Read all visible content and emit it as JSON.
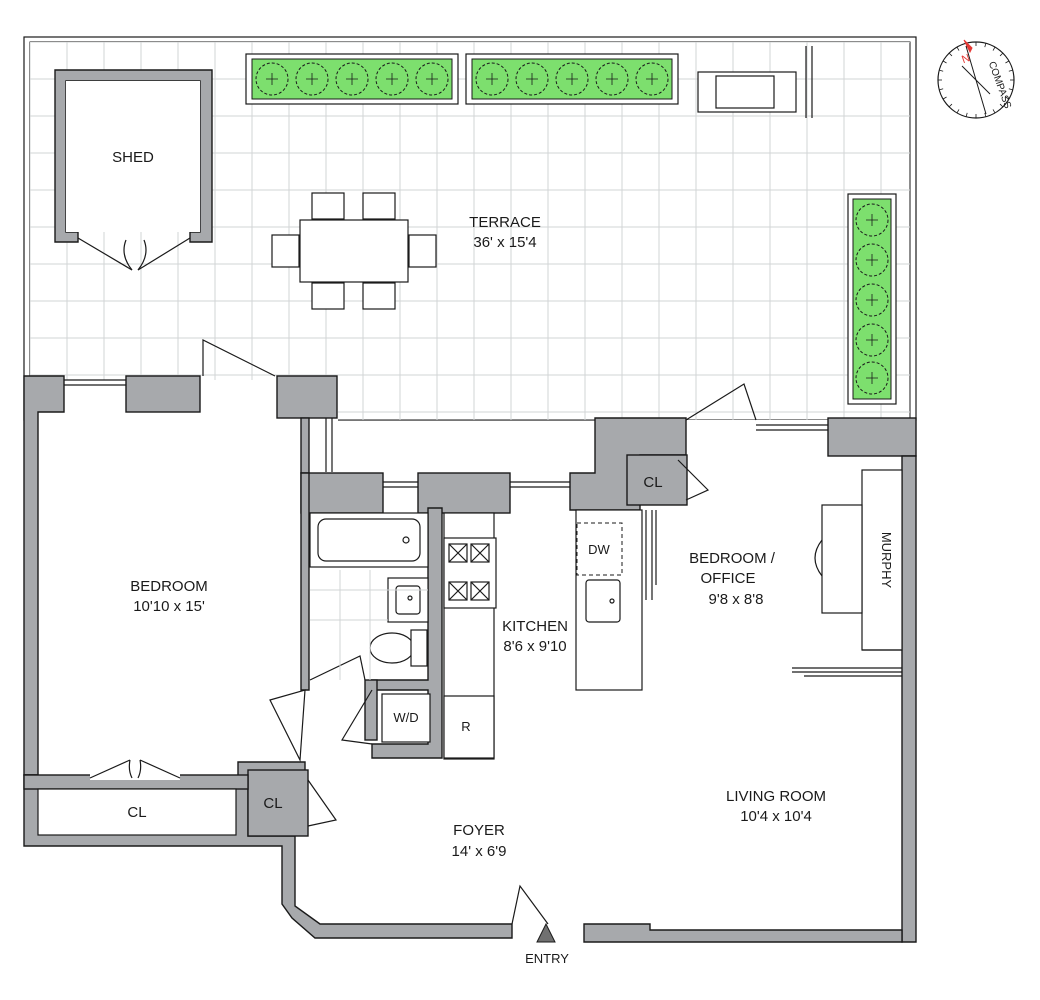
{
  "colors": {
    "wall": "#a7a9ac",
    "planter": "#7ddf6e",
    "grid": "#d2d4d6",
    "compass_north": "#e53935"
  },
  "rooms": {
    "shed": {
      "name": "SHED"
    },
    "terrace": {
      "name": "TERRACE",
      "dims": "36' x 15'4"
    },
    "bedroom": {
      "name": "BEDROOM",
      "dims": "10'10 x 15'"
    },
    "kitchen": {
      "name": "KITCHEN",
      "dims": "8'6 x 9'10"
    },
    "bedroom_office": {
      "name1": "BEDROOM /",
      "name2": "OFFICE",
      "dims": "9'8 x 8'8"
    },
    "living_room": {
      "name": "LIVING ROOM",
      "dims": "10'4 x 10'4"
    },
    "foyer": {
      "name": "FOYER",
      "dims": "14' x 6'9"
    }
  },
  "fixtures": {
    "closet_bedroom": "CL",
    "closet_foyer": "CL",
    "closet_office": "CL",
    "dishwasher": "DW",
    "washer_dryer": "W/D",
    "refrigerator": "R",
    "murphy_bed": "MURPHY"
  },
  "entry": {
    "label": "ENTRY"
  },
  "compass": {
    "north": "N",
    "label": "COMPASS"
  }
}
